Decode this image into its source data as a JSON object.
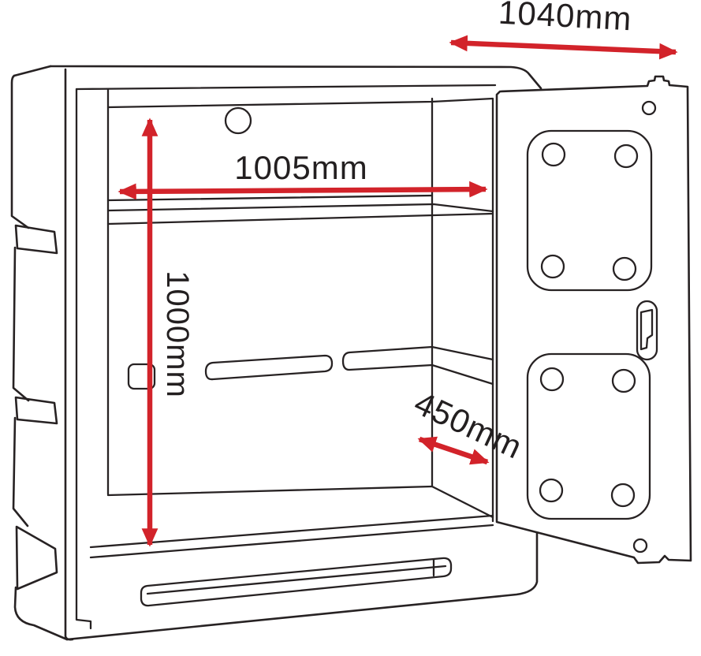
{
  "diagram": {
    "subject": "Storage cabinet technical line drawing with open door and dimension arrows",
    "style": {
      "line_color": "#272223",
      "dimension_arrow_color": "#d2232a",
      "background_color": "#ffffff",
      "label_color": "#231f20"
    },
    "dimensions": {
      "overall_width": {
        "label": "1040mm",
        "orientation": "horizontal, above cabinet/door top"
      },
      "internal_width": {
        "label": "1005mm",
        "orientation": "horizontal, across interior above shelf"
      },
      "internal_height": {
        "label": "1000mm",
        "orientation": "vertical, full interior height"
      },
      "internal_depth": {
        "label": "450mm",
        "orientation": "diagonal, along interior depth"
      }
    }
  }
}
